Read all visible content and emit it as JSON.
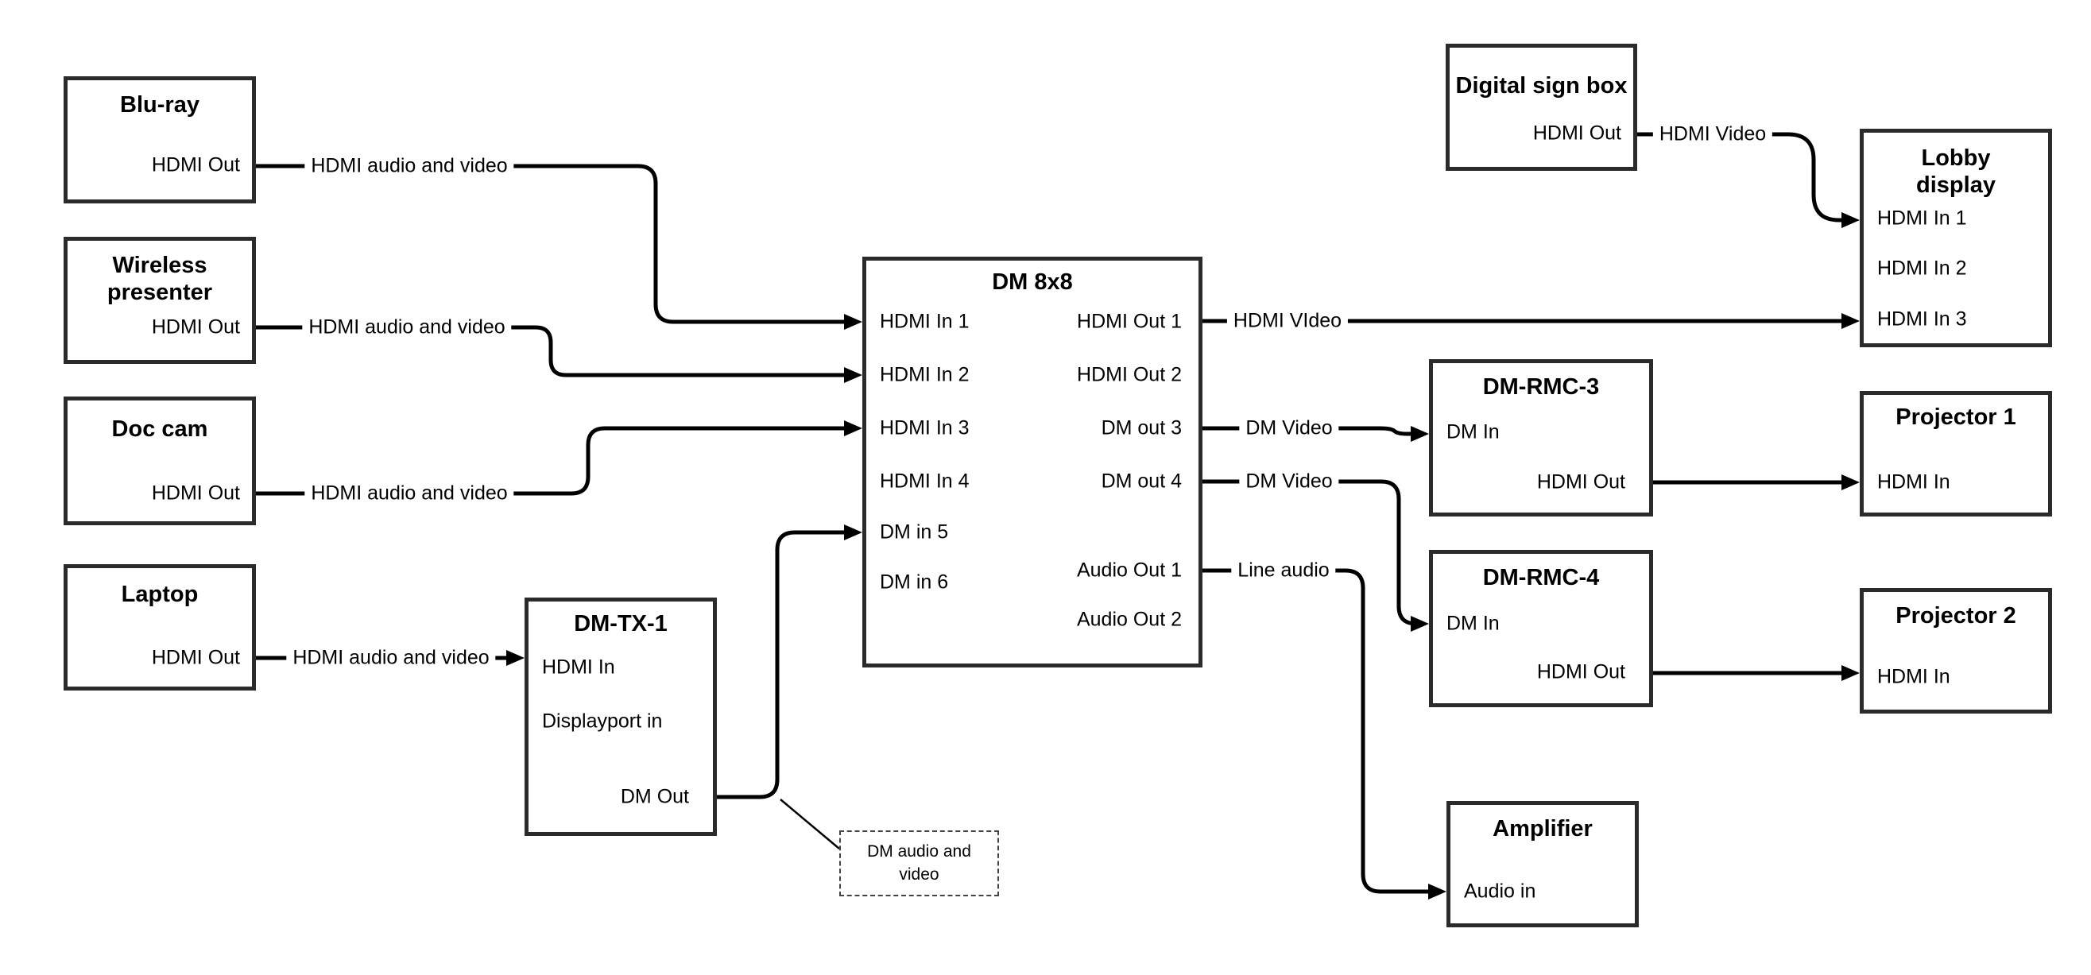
{
  "colors": {
    "background": "#ffffff",
    "box_border": "#2b2b2b",
    "wire": "#000000",
    "text": "#000000"
  },
  "nodes": {
    "bluray": {
      "title": "Blu-ray",
      "ports": {
        "out": "HDMI Out"
      }
    },
    "wireless": {
      "title": "Wireless presenter",
      "ports": {
        "out": "HDMI Out"
      }
    },
    "doccam": {
      "title": "Doc cam",
      "ports": {
        "out": "HDMI Out"
      }
    },
    "laptop": {
      "title": "Laptop",
      "ports": {
        "out": "HDMI Out"
      }
    },
    "dmtx1": {
      "title": "DM-TX-1",
      "ports": {
        "hdmi_in": "HDMI In",
        "dp_in": "Displayport in",
        "dm_out": "DM Out"
      }
    },
    "dm8x8": {
      "title": "DM 8x8",
      "ports": {
        "in1": "HDMI In 1",
        "in2": "HDMI In 2",
        "in3": "HDMI In 3",
        "in4": "HDMI In 4",
        "in5": "DM in 5",
        "in6": "DM in 6",
        "out1": "HDMI Out 1",
        "out2": "HDMI Out 2",
        "out3": "DM out 3",
        "out4": "DM out 4",
        "aout1": "Audio Out 1",
        "aout2": "Audio Out 2"
      }
    },
    "signbox": {
      "title": "Digital sign box",
      "ports": {
        "out": "HDMI Out"
      }
    },
    "lobby": {
      "title": "Lobby display",
      "ports": {
        "in1": "HDMI In 1",
        "in2": "HDMI In 2",
        "in3": "HDMI In 3"
      }
    },
    "dmrmc3": {
      "title": "DM-RMC-3",
      "ports": {
        "dm_in": "DM In",
        "hdmi_out": "HDMI Out"
      }
    },
    "proj1": {
      "title": "Projector 1",
      "ports": {
        "in": "HDMI In"
      }
    },
    "dmrmc4": {
      "title": "DM-RMC-4",
      "ports": {
        "dm_in": "DM In",
        "hdmi_out": "HDMI Out"
      }
    },
    "proj2": {
      "title": "Projector 2",
      "ports": {
        "in": "HDMI In"
      }
    },
    "amp": {
      "title": "Amplifier",
      "ports": {
        "in": "Audio in"
      }
    }
  },
  "edge_labels": {
    "bluray_dm8x8": "HDMI audio and video",
    "wireless_dm8x8": "HDMI audio and video",
    "doccam_dm8x8": "HDMI audio and video",
    "laptop_dmtx1": "HDMI audio and video",
    "dmout_lobby": "HDMI VIdeo",
    "out3_rmc3": "DM Video",
    "out4_rmc4": "DM Video",
    "audio_amp": "Line audio",
    "sign_lobby": "HDMI Video",
    "callout": "DM audio and video"
  }
}
